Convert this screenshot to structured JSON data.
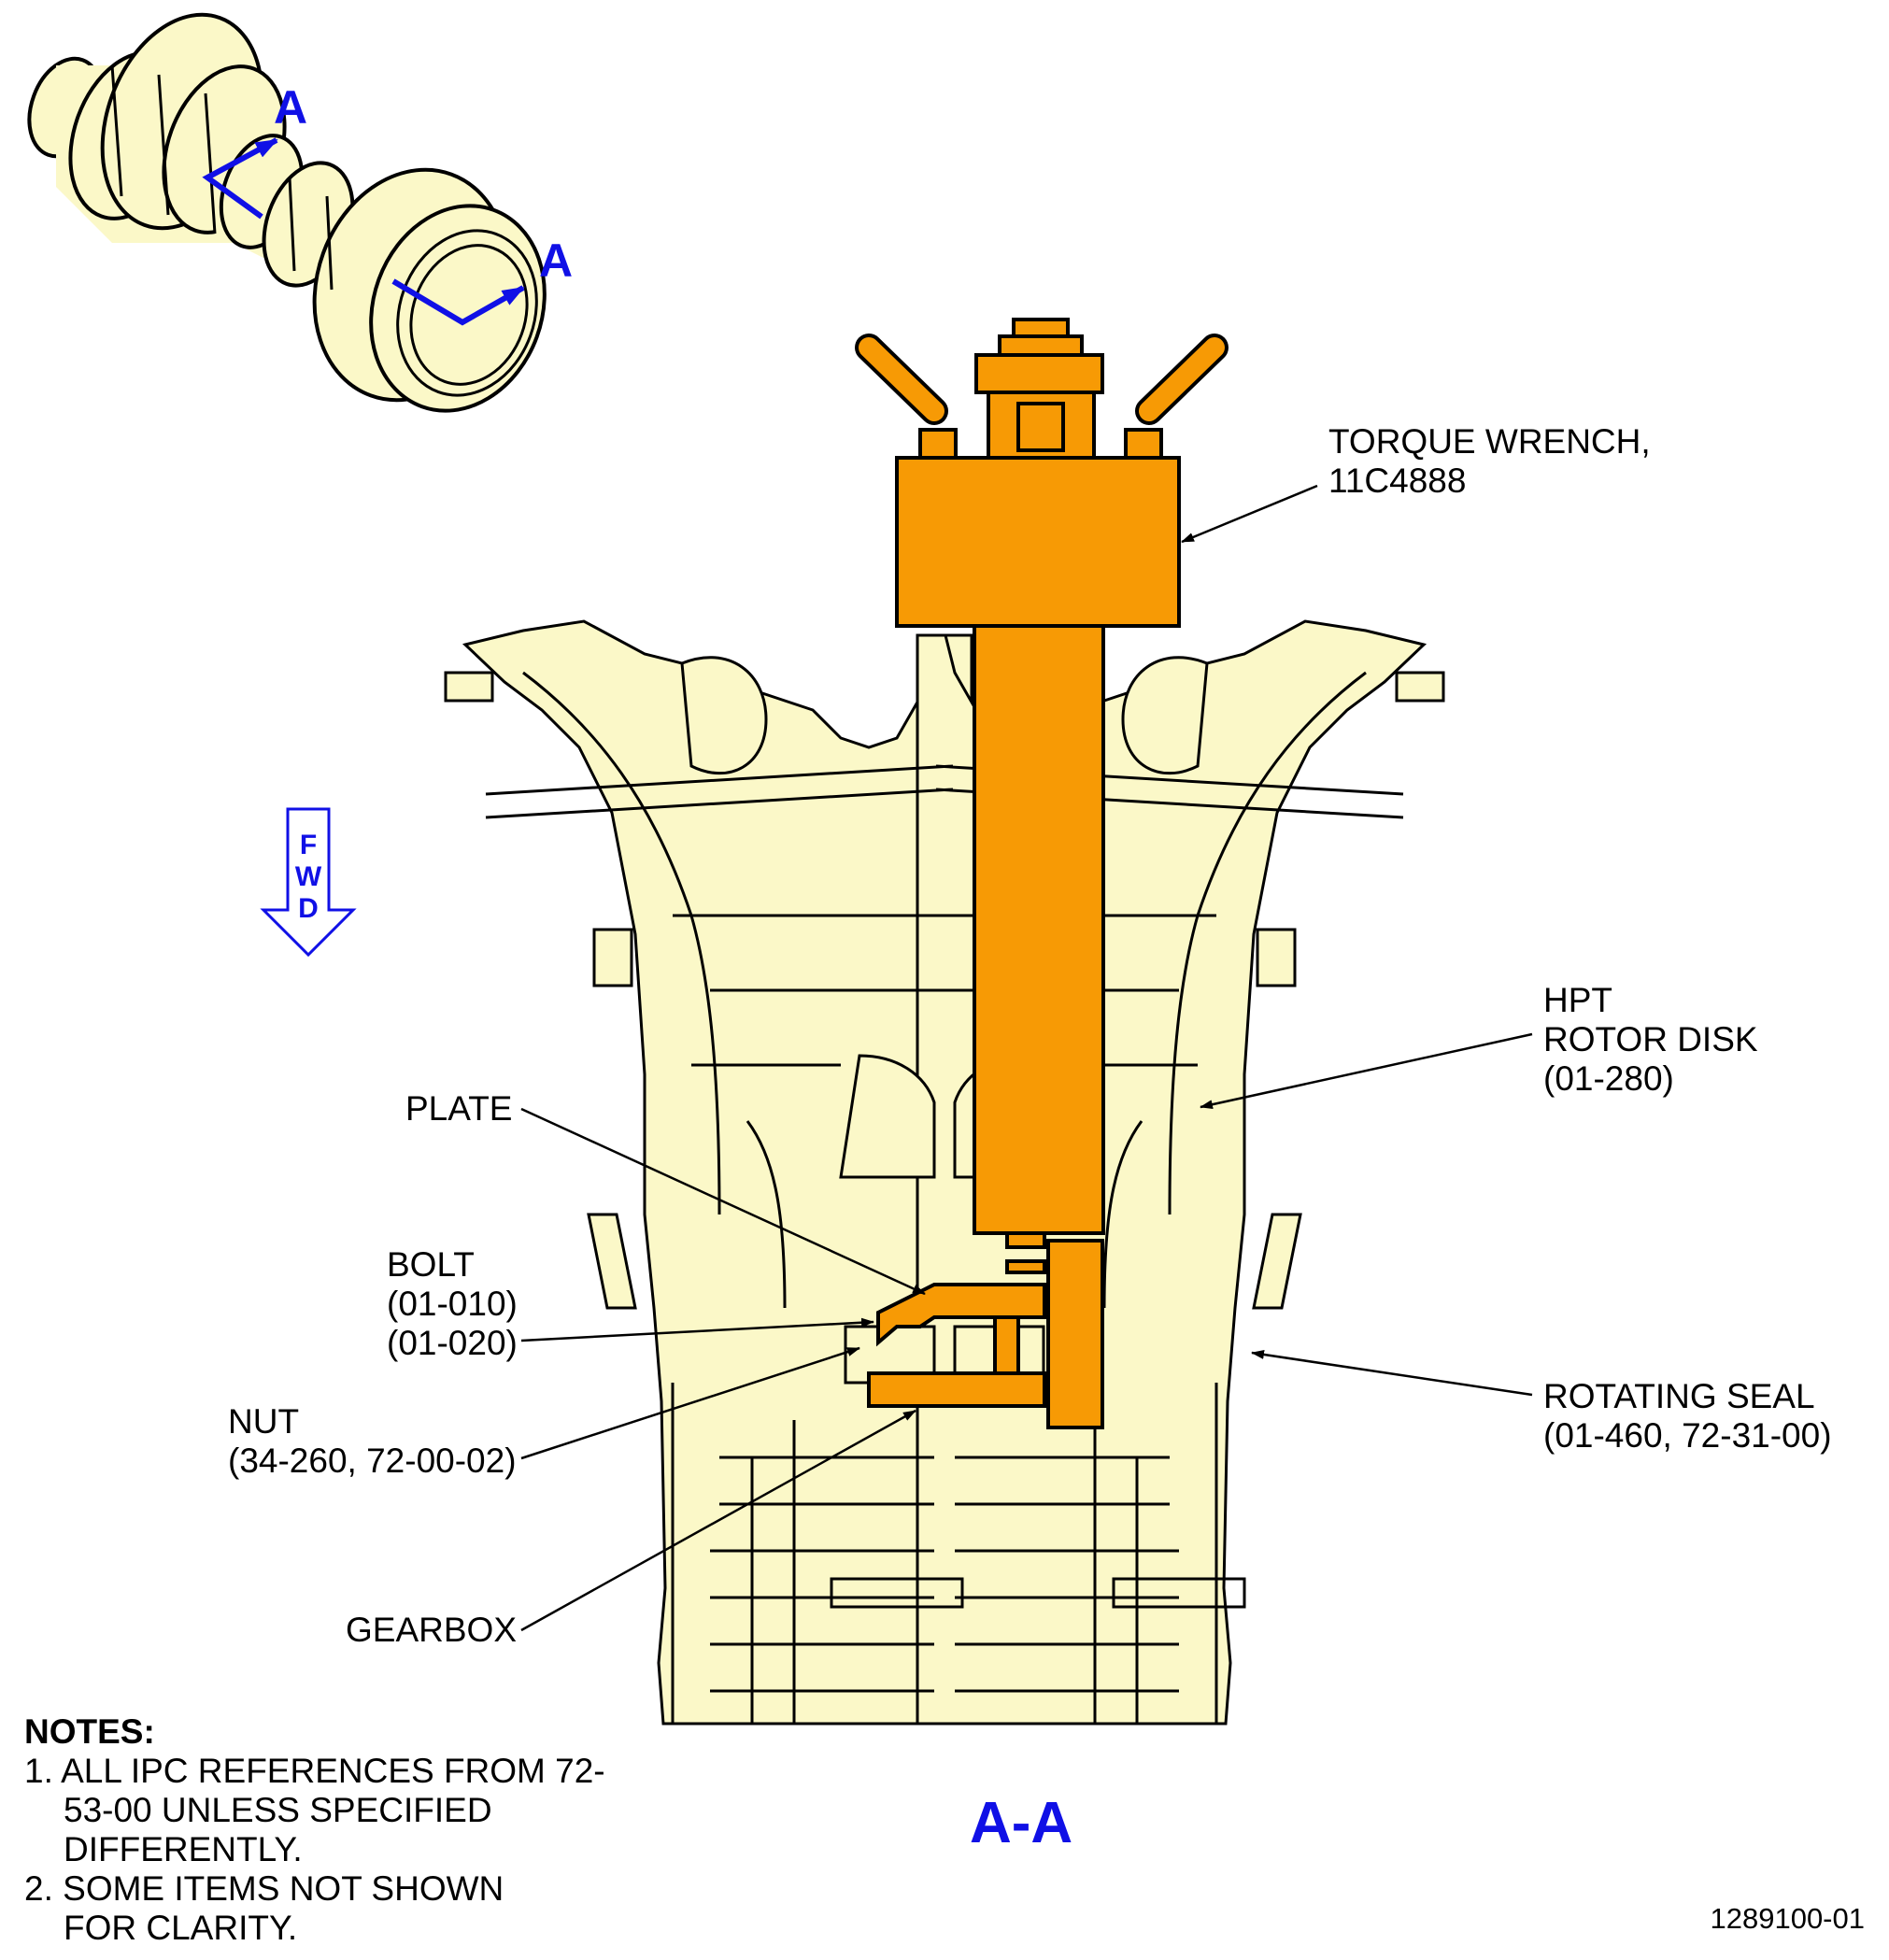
{
  "section_markers": {
    "iso_upper": "A",
    "iso_lower": "A",
    "view_title": "A-A"
  },
  "fwd_arrow": {
    "letters": [
      "F",
      "W",
      "D"
    ]
  },
  "callouts": {
    "torque_wrench": [
      "TORQUE WRENCH,",
      "11C4888"
    ],
    "hpt_rotor_disk": [
      "HPT",
      "ROTOR DISK",
      "(01-280)"
    ],
    "plate": [
      "PLATE"
    ],
    "bolt": [
      "BOLT",
      "(01-010)",
      "(01-020)"
    ],
    "nut": [
      "NUT",
      "(34-260, 72-00-02)"
    ],
    "rotating_seal": [
      "ROTATING SEAL",
      "(01-460, 72-31-00)"
    ],
    "gearbox": [
      "GEARBOX"
    ]
  },
  "notes": {
    "title": "NOTES:",
    "items": [
      "1. ALL IPC REFERENCES FROM 72-53-00 UNLESS SPECIFIED DIFFERENTLY.",
      "2. SOME ITEMS NOT SHOWN FOR CLARITY."
    ]
  },
  "figure_number": "1289100-01",
  "colors": {
    "engine_fill": "#fbf8c8",
    "tool_fill": "#f79a05",
    "section_blue": "#1010e6",
    "line": "#000000"
  }
}
